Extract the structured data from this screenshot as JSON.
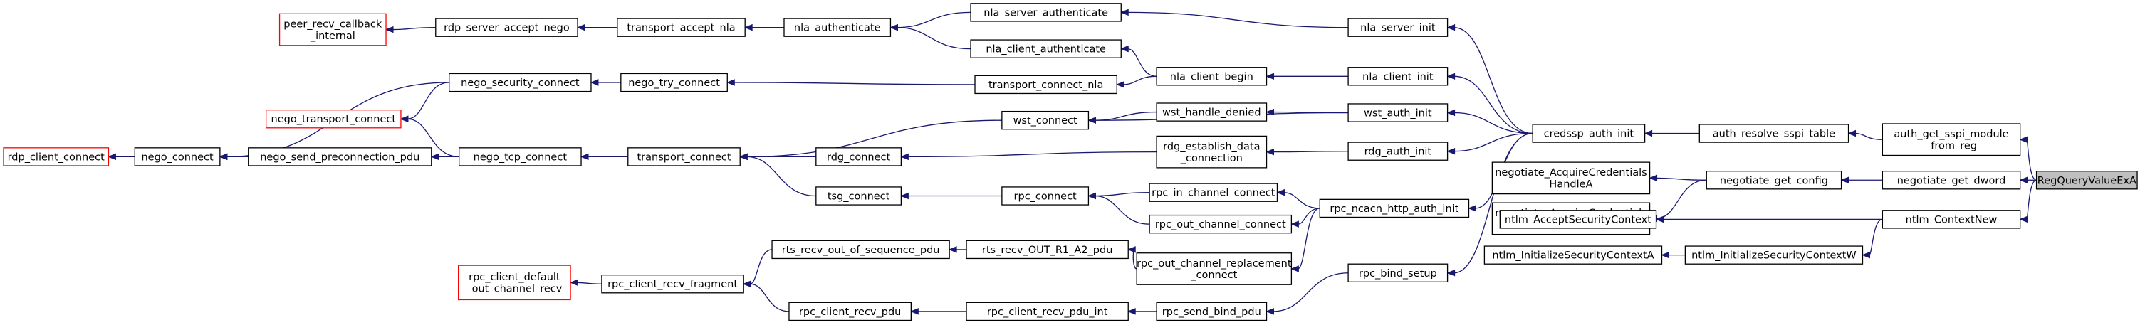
{
  "graph_title": "",
  "nodes": {
    "peer_recv_callback_internal": {
      "lines": [
        "peer_recv_callback",
        "_internal"
      ],
      "external": true
    },
    "rdp_server_accept_nego": {
      "lines": [
        "rdp_server_accept_nego"
      ]
    },
    "transport_accept_nla": {
      "lines": [
        "transport_accept_nla"
      ]
    },
    "nla_authenticate": {
      "lines": [
        "nla_authenticate"
      ]
    },
    "nla_server_authenticate": {
      "lines": [
        "nla_server_authenticate"
      ]
    },
    "nla_client_authenticate": {
      "lines": [
        "nla_client_authenticate"
      ]
    },
    "nla_server_init": {
      "lines": [
        "nla_server_init"
      ]
    },
    "nego_security_connect": {
      "lines": [
        "nego_security_connect"
      ]
    },
    "nego_try_connect": {
      "lines": [
        "nego_try_connect"
      ]
    },
    "transport_connect_nla": {
      "lines": [
        "transport_connect_nla"
      ]
    },
    "nla_client_begin": {
      "lines": [
        "nla_client_begin"
      ]
    },
    "nla_client_init": {
      "lines": [
        "nla_client_init"
      ]
    },
    "nego_transport_connect": {
      "lines": [
        "nego_transport_connect"
      ],
      "external": true
    },
    "wst_handle_denied": {
      "lines": [
        "wst_handle_denied"
      ]
    },
    "wst_connect": {
      "lines": [
        "wst_connect"
      ]
    },
    "wst_auth_init": {
      "lines": [
        "wst_auth_init"
      ]
    },
    "rdp_client_connect": {
      "lines": [
        "rdp_client_connect"
      ],
      "external": true
    },
    "nego_connect": {
      "lines": [
        "nego_connect"
      ]
    },
    "nego_send_preconnection_pdu": {
      "lines": [
        "nego_send_preconnection_pdu"
      ]
    },
    "nego_tcp_connect": {
      "lines": [
        "nego_tcp_connect"
      ]
    },
    "transport_connect": {
      "lines": [
        "transport_connect"
      ]
    },
    "rdg_connect": {
      "lines": [
        "rdg_connect"
      ]
    },
    "rdg_establish_data_connection": {
      "lines": [
        "rdg_establish_data",
        "_connection"
      ]
    },
    "rdg_auth_init": {
      "lines": [
        "rdg_auth_init"
      ]
    },
    "credssp_auth_init": {
      "lines": [
        "credssp_auth_init"
      ]
    },
    "auth_resolve_sspi_table": {
      "lines": [
        "auth_resolve_sspi_table"
      ]
    },
    "auth_get_sspi_module_from_reg": {
      "lines": [
        "auth_get_sspi_module",
        "_from_reg"
      ]
    },
    "negotiate_AcquireCredentialsHandleA": {
      "lines": [
        "negotiate_AcquireCredentials",
        "HandleA"
      ]
    },
    "negotiate_get_config": {
      "lines": [
        "negotiate_get_config"
      ]
    },
    "negotiate_get_dword": {
      "lines": [
        "negotiate_get_dword"
      ]
    },
    "RegQueryValueExA": {
      "lines": [
        "RegQueryValueExA"
      ],
      "root": true
    },
    "negotiate_AcquireCredentialsHandleW": {
      "lines": [
        "negotiate_AcquireCredentials",
        "HandleW"
      ]
    },
    "tsg_connect": {
      "lines": [
        "tsg_connect"
      ]
    },
    "rpc_connect": {
      "lines": [
        "rpc_connect"
      ]
    },
    "rpc_in_channel_connect": {
      "lines": [
        "rpc_in_channel_connect"
      ]
    },
    "rpc_out_channel_connect": {
      "lines": [
        "rpc_out_channel_connect"
      ]
    },
    "rpc_ncacn_http_auth_init": {
      "lines": [
        "rpc_ncacn_http_auth_init"
      ]
    },
    "ntlm_AcceptSecurityContext": {
      "lines": [
        "ntlm_AcceptSecurityContext"
      ]
    },
    "ntlm_ContextNew": {
      "lines": [
        "ntlm_ContextNew"
      ]
    },
    "ntlm_InitializeSecurityContextA": {
      "lines": [
        "ntlm_InitializeSecurityContextA"
      ]
    },
    "ntlm_InitializeSecurityContextW": {
      "lines": [
        "ntlm_InitializeSecurityContextW"
      ]
    },
    "rpc_client_default_out_channel_recv": {
      "lines": [
        "rpc_client_default",
        "_out_channel_recv"
      ],
      "external": true
    },
    "rpc_client_recv_fragment": {
      "lines": [
        "rpc_client_recv_fragment"
      ]
    },
    "rts_recv_out_of_sequence_pdu": {
      "lines": [
        "rts_recv_out_of_sequence_pdu"
      ]
    },
    "rts_recv_OUT_R1_A2_pdu": {
      "lines": [
        "rts_recv_OUT_R1_A2_pdu"
      ]
    },
    "rpc_out_channel_replacement_connect": {
      "lines": [
        "rpc_out_channel_replacement",
        "_connect"
      ]
    },
    "rpc_client_recv_pdu": {
      "lines": [
        "rpc_client_recv_pdu"
      ]
    },
    "rpc_client_recv_pdu_int": {
      "lines": [
        "rpc_client_recv_pdu_int"
      ]
    },
    "rpc_send_bind_pdu": {
      "lines": [
        "rpc_send_bind_pdu"
      ]
    },
    "rpc_bind_setup": {
      "lines": [
        "rpc_bind_setup"
      ]
    }
  },
  "edges": [
    [
      "peer_recv_callback_internal",
      "rdp_server_accept_nego"
    ],
    [
      "rdp_server_accept_nego",
      "transport_accept_nla"
    ],
    [
      "transport_accept_nla",
      "nla_authenticate"
    ],
    [
      "nla_authenticate",
      "nla_server_authenticate"
    ],
    [
      "nla_authenticate",
      "nla_client_authenticate"
    ],
    [
      "nla_server_authenticate",
      "nla_server_init"
    ],
    [
      "nla_client_authenticate",
      "nla_client_begin"
    ],
    [
      "transport_connect_nla",
      "nla_client_begin"
    ],
    [
      "nla_client_begin",
      "nla_client_init"
    ],
    [
      "nla_server_init",
      "credssp_auth_init"
    ],
    [
      "nla_client_init",
      "credssp_auth_init"
    ],
    [
      "nego_security_connect",
      "nego_try_connect"
    ],
    [
      "nego_try_connect",
      "transport_connect_nla"
    ],
    [
      "nego_connect",
      "nego_security_connect"
    ],
    [
      "nego_transport_connect",
      "nego_security_connect"
    ],
    [
      "rdp_client_connect",
      "nego_connect"
    ],
    [
      "nego_connect",
      "nego_send_preconnection_pdu"
    ],
    [
      "nego_send_preconnection_pdu",
      "nego_tcp_connect"
    ],
    [
      "nego_transport_connect",
      "nego_tcp_connect"
    ],
    [
      "nego_connect",
      "nego_tcp_connect"
    ],
    [
      "nego_tcp_connect",
      "transport_connect"
    ],
    [
      "transport_connect",
      "wst_connect"
    ],
    [
      "transport_connect",
      "rdg_connect"
    ],
    [
      "transport_connect",
      "tsg_connect"
    ],
    [
      "wst_connect",
      "wst_handle_denied"
    ],
    [
      "wst_handle_denied",
      "wst_auth_init"
    ],
    [
      "wst_connect",
      "wst_auth_init"
    ],
    [
      "wst_auth_init",
      "credssp_auth_init"
    ],
    [
      "rdg_connect",
      "rdg_establish_data_connection"
    ],
    [
      "rdg_establish_data_connection",
      "rdg_auth_init"
    ],
    [
      "rdg_auth_init",
      "credssp_auth_init"
    ],
    [
      "tsg_connect",
      "rpc_connect"
    ],
    [
      "rpc_connect",
      "rpc_in_channel_connect"
    ],
    [
      "rpc_connect",
      "rpc_out_channel_connect"
    ],
    [
      "rpc_in_channel_connect",
      "rpc_ncacn_http_auth_init"
    ],
    [
      "rpc_out_channel_connect",
      "rpc_ncacn_http_auth_init"
    ],
    [
      "rpc_out_channel_replacement_connect",
      "rpc_ncacn_http_auth_init"
    ],
    [
      "rpc_ncacn_http_auth_init",
      "credssp_auth_init"
    ],
    [
      "rpc_bind_setup",
      "credssp_auth_init"
    ],
    [
      "rpc_client_default_out_channel_recv",
      "rpc_client_recv_fragment"
    ],
    [
      "rpc_client_recv_fragment",
      "rts_recv_out_of_sequence_pdu"
    ],
    [
      "rts_recv_out_of_sequence_pdu",
      "rts_recv_OUT_R1_A2_pdu"
    ],
    [
      "rts_recv_OUT_R1_A2_pdu",
      "rpc_out_channel_replacement_connect"
    ],
    [
      "rpc_client_recv_fragment",
      "rpc_client_recv_pdu"
    ],
    [
      "rpc_client_recv_pdu",
      "rpc_client_recv_pdu_int"
    ],
    [
      "rpc_client_recv_pdu_int",
      "rpc_send_bind_pdu"
    ],
    [
      "rpc_send_bind_pdu",
      "rpc_bind_setup"
    ],
    [
      "credssp_auth_init",
      "auth_resolve_sspi_table"
    ],
    [
      "auth_resolve_sspi_table",
      "auth_get_sspi_module_from_reg"
    ],
    [
      "auth_get_sspi_module_from_reg",
      "RegQueryValueExA"
    ],
    [
      "negotiate_AcquireCredentialsHandleA",
      "negotiate_get_config"
    ],
    [
      "negotiate_AcquireCredentialsHandleW",
      "negotiate_get_config"
    ],
    [
      "negotiate_get_config",
      "negotiate_get_dword"
    ],
    [
      "negotiate_get_dword",
      "RegQueryValueExA"
    ],
    [
      "ntlm_AcceptSecurityContext",
      "ntlm_ContextNew"
    ],
    [
      "ntlm_InitializeSecurityContextA",
      "ntlm_InitializeSecurityContextW"
    ],
    [
      "ntlm_InitializeSecurityContextW",
      "ntlm_ContextNew"
    ],
    [
      "ntlm_ContextNew",
      "RegQueryValueExA"
    ]
  ]
}
